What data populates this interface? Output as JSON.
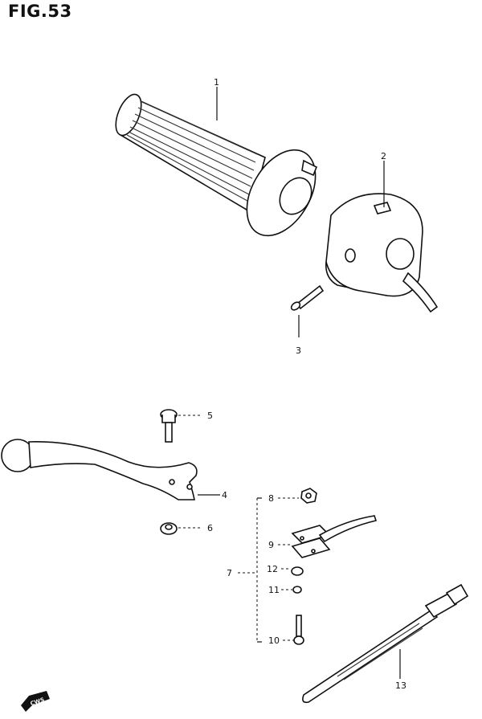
{
  "figure": {
    "title": "FIG.53",
    "badge": "CWS"
  },
  "callouts": [
    {
      "id": "1",
      "label": "1"
    },
    {
      "id": "2",
      "label": "2"
    },
    {
      "id": "3",
      "label": "3"
    },
    {
      "id": "4",
      "label": "4"
    },
    {
      "id": "5",
      "label": "5"
    },
    {
      "id": "6",
      "label": "6"
    },
    {
      "id": "7",
      "label": "7"
    },
    {
      "id": "8",
      "label": "8"
    },
    {
      "id": "9",
      "label": "9"
    },
    {
      "id": "10",
      "label": "10"
    },
    {
      "id": "11",
      "label": "11"
    },
    {
      "id": "12",
      "label": "12"
    },
    {
      "id": "13",
      "label": "13"
    }
  ]
}
